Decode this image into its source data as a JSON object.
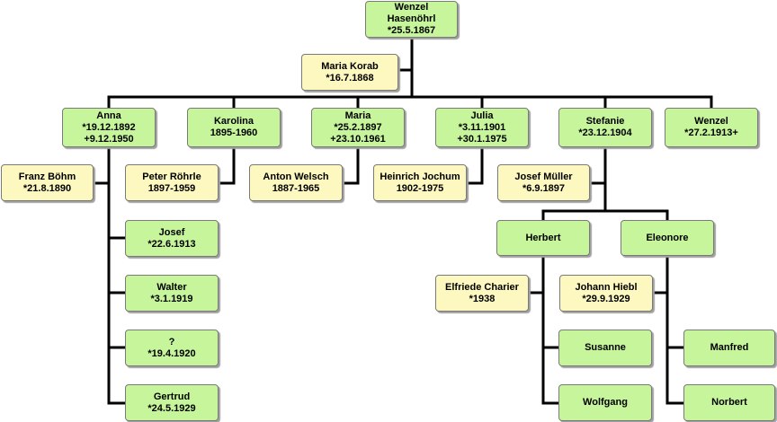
{
  "people": {
    "wenzel_sr": {
      "line1": "Wenzel",
      "line2": "Hasenöhrl",
      "line3": "*25.5.1867"
    },
    "maria_korab": {
      "line1": "Maria Korab",
      "line2": "*16.7.1868"
    },
    "anna": {
      "line1": "Anna",
      "line2": "*19.12.1892",
      "line3": "+9.12.1950"
    },
    "karolina": {
      "line1": "Karolina",
      "line2": "1895-1960"
    },
    "maria": {
      "line1": "Maria",
      "line2": "*25.2.1897",
      "line3": "+23.10.1961"
    },
    "julia": {
      "line1": "Julia",
      "line2": "*3.11.1901",
      "line3": "+30.1.1975"
    },
    "stefanie": {
      "line1": "Stefanie",
      "line2": "*23.12.1904"
    },
    "wenzel_jr": {
      "line1": "Wenzel",
      "line2": "*27.2.1913+"
    },
    "franz_boehm": {
      "line1": "Franz Böhm",
      "line2": "*21.8.1890"
    },
    "peter_roehrle": {
      "line1": "Peter Röhrle",
      "line2": "1897-1959"
    },
    "anton_welsch": {
      "line1": "Anton Welsch",
      "line2": "1887-1965"
    },
    "heinrich_jochum": {
      "line1": "Heinrich Jochum",
      "line2": "1902-1975"
    },
    "josef_mueller": {
      "line1": "Josef Müller",
      "line2": "*6.9.1897"
    },
    "josef": {
      "line1": "Josef",
      "line2": "*22.6.1913"
    },
    "walter": {
      "line1": "Walter",
      "line2": "*3.1.1919"
    },
    "unknown": {
      "line1": "?",
      "line2": "*19.4.1920"
    },
    "gertrud": {
      "line1": "Gertrud",
      "line2": "*24.5.1929"
    },
    "herbert": {
      "line1": "Herbert"
    },
    "eleonore": {
      "line1": "Eleonore"
    },
    "elfriede_charier": {
      "line1": "Elfriede Charier",
      "line2": "*1938"
    },
    "johann_hiebl": {
      "line1": "Johann Hiebl",
      "line2": "*29.9.1929"
    },
    "susanne": {
      "line1": "Susanne"
    },
    "wolfgang": {
      "line1": "Wolfgang"
    },
    "manfred": {
      "line1": "Manfred"
    },
    "norbert": {
      "line1": "Norbert"
    }
  },
  "colors": {
    "descendant": "#c6f59c",
    "spouse": "#fdf8c0",
    "connector": "#000000"
  }
}
